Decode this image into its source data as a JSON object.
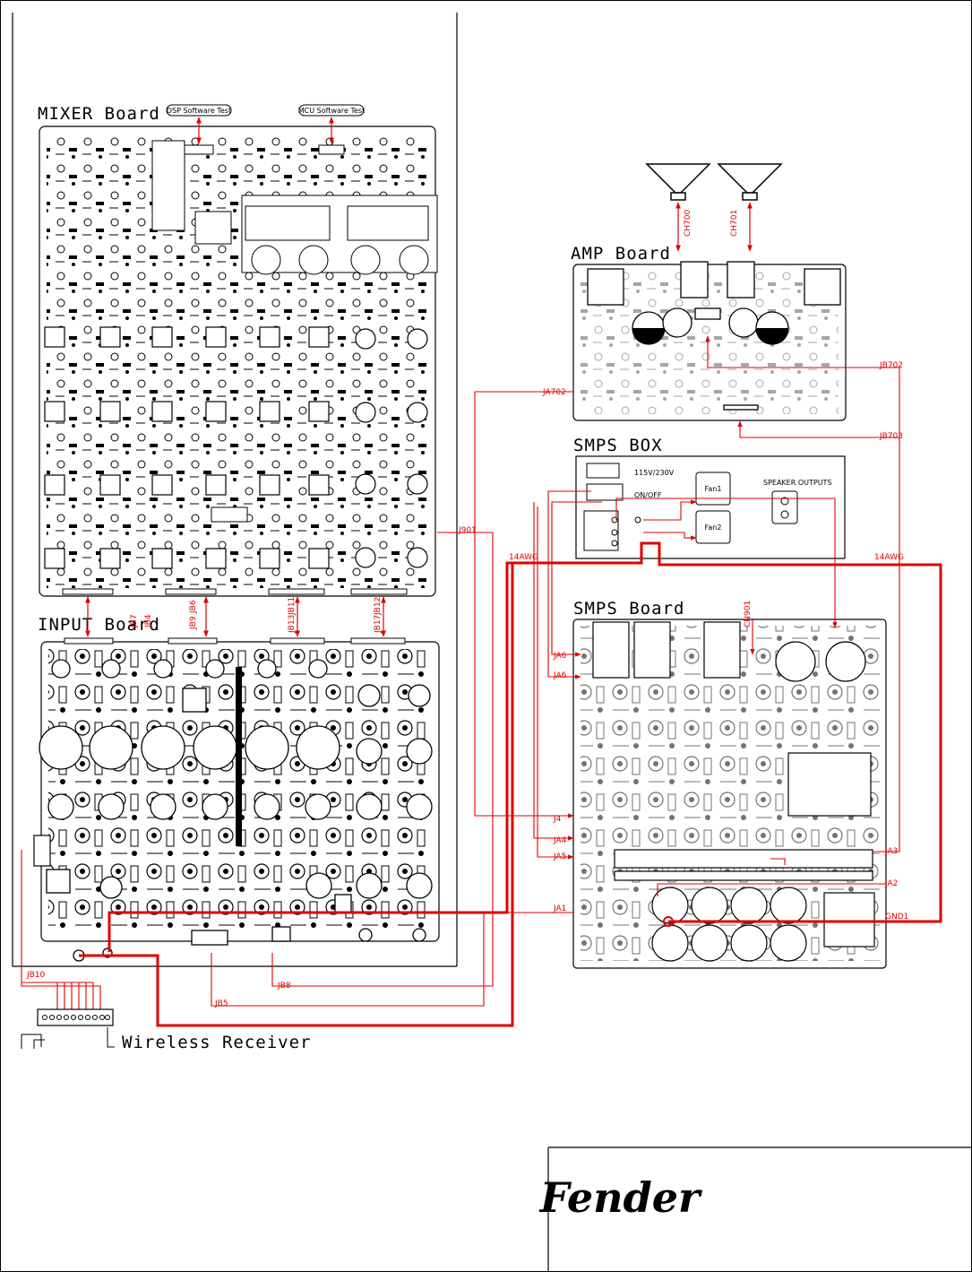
{
  "boards": {
    "mixer": "MIXER Board",
    "input": "INPUT Board",
    "amp": "AMP Board",
    "smps_box": "SMPS BOX",
    "smps_board": "SMPS Board",
    "wireless": "Wireless Receiver"
  },
  "tests": {
    "dsp": "DSP Software Test",
    "mcu": "MCU Software Test"
  },
  "smps_box": {
    "voltage": "115V/230V",
    "power": "ON/OFF",
    "fan1": "Fan1",
    "fan2": "Fan2",
    "speaker_outputs": "SPEAKER OUTPUTS"
  },
  "connectors": {
    "ch700": "CH700",
    "ch701": "CH701",
    "ja702": "JA702",
    "jb702": "JB702",
    "jb703": "JB703",
    "j901": "J901",
    "cn901": "CN901",
    "awg_left": "14AWG",
    "awg_right": "14AWG",
    "jb4": "JB4",
    "jb7": "JB7",
    "jb6": "JB6",
    "jb9": "JB9",
    "jb11": "JB11",
    "jb13": "JB13",
    "jb12": "JB12",
    "jb17": "JB17",
    "ja6a": "JA6",
    "ja6b": "JA6",
    "j4": "J4",
    "ja4": "JA4",
    "ja5": "JA5",
    "ja1": "JA1",
    "ja2": "JA2",
    "ja3": "JA3",
    "gnd1": "GND1",
    "jb10": "JB10",
    "jb8": "JB8",
    "jb5": "JB5"
  },
  "logo": "Fender",
  "colors": {
    "wire": "#e00000",
    "line": "#000000"
  }
}
